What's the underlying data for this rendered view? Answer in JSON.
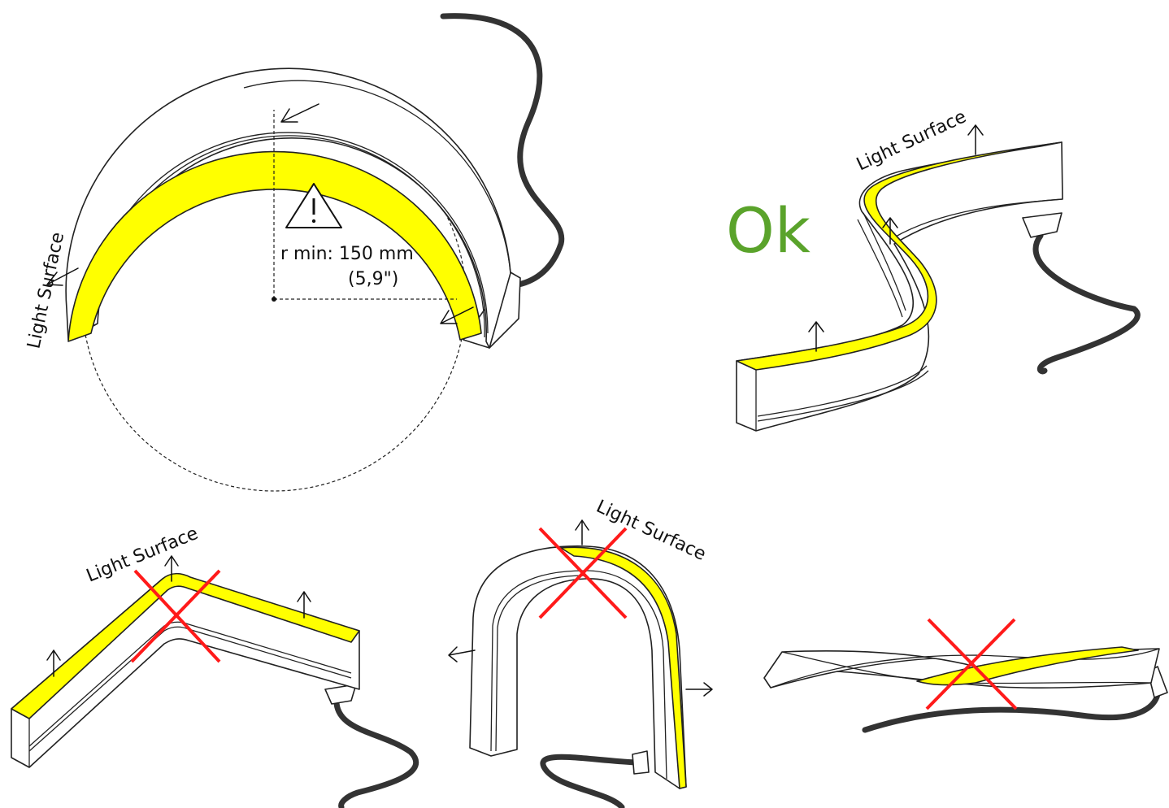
{
  "colors": {
    "light_surface": "#ffff00",
    "ok": "#5aa32b",
    "cross": "#ff1a1a",
    "cable": "#333333"
  },
  "icons": [
    "warning-triangle-icon",
    "arrow-icon",
    "red-cross-icon"
  ],
  "panels": {
    "radius": {
      "light_surface_label": "Light Surface",
      "radius_label": "r min: 150 mm",
      "radius_inch": "(5,9\")"
    },
    "s_curve": {
      "light_surface_label": "Light Surface",
      "status": "Ok"
    },
    "angle": {
      "light_surface_label": "Light Surface"
    },
    "arch": {
      "light_surface_label": "Light Surface"
    },
    "twist": {}
  }
}
